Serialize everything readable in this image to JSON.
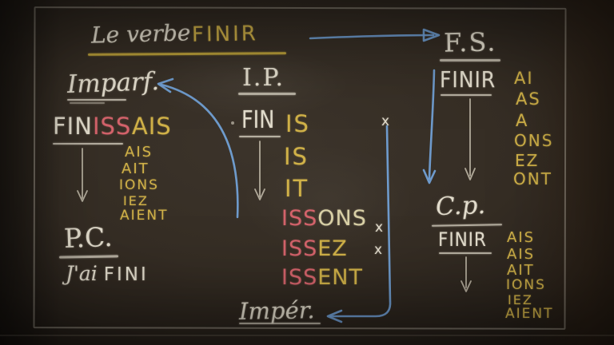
{
  "board": {
    "title": {
      "prefix": "Le verbe",
      "verb": "FINIR"
    },
    "sections": {
      "imparfait": {
        "heading": "Imparf.",
        "stem": "FIN",
        "infix": "ISS",
        "first_ending": "AIS",
        "endings": [
          "AIS",
          "AIT",
          "IONS",
          "IEZ",
          "AIENT"
        ]
      },
      "passe_compose": {
        "heading": "P.C.",
        "aux": "J'ai",
        "participle": "FINI"
      },
      "present": {
        "heading": "I.P.",
        "stem": "FIN",
        "singular_endings": [
          "IS",
          "IS",
          "IT"
        ],
        "plural_forms": [
          {
            "infix": "ISS",
            "ending": "ONS"
          },
          {
            "infix": "ISS",
            "ending": "EZ"
          },
          {
            "infix": "ISS",
            "ending": "ENT"
          }
        ]
      },
      "imperatif": {
        "heading": "Impér."
      },
      "futur_simple": {
        "heading": "F.S.",
        "stem": "FINIR",
        "endings": [
          "AI",
          "AS",
          "A",
          "ONS",
          "EZ",
          "ONT"
        ]
      },
      "conditionnel": {
        "heading": "C.p.",
        "stem": "FINIR",
        "endings": [
          "AIS",
          "AIS",
          "AIT",
          "IONS",
          "IEZ",
          "AIENT"
        ]
      }
    },
    "marks": {
      "x": "x"
    },
    "colors": {
      "board_bg": "#352d24",
      "chalk_white": "#e2dccc",
      "chalk_yellow": "#d0b148",
      "chalk_red": "#d4636b",
      "chalk_blue": "#74a6de"
    }
  }
}
